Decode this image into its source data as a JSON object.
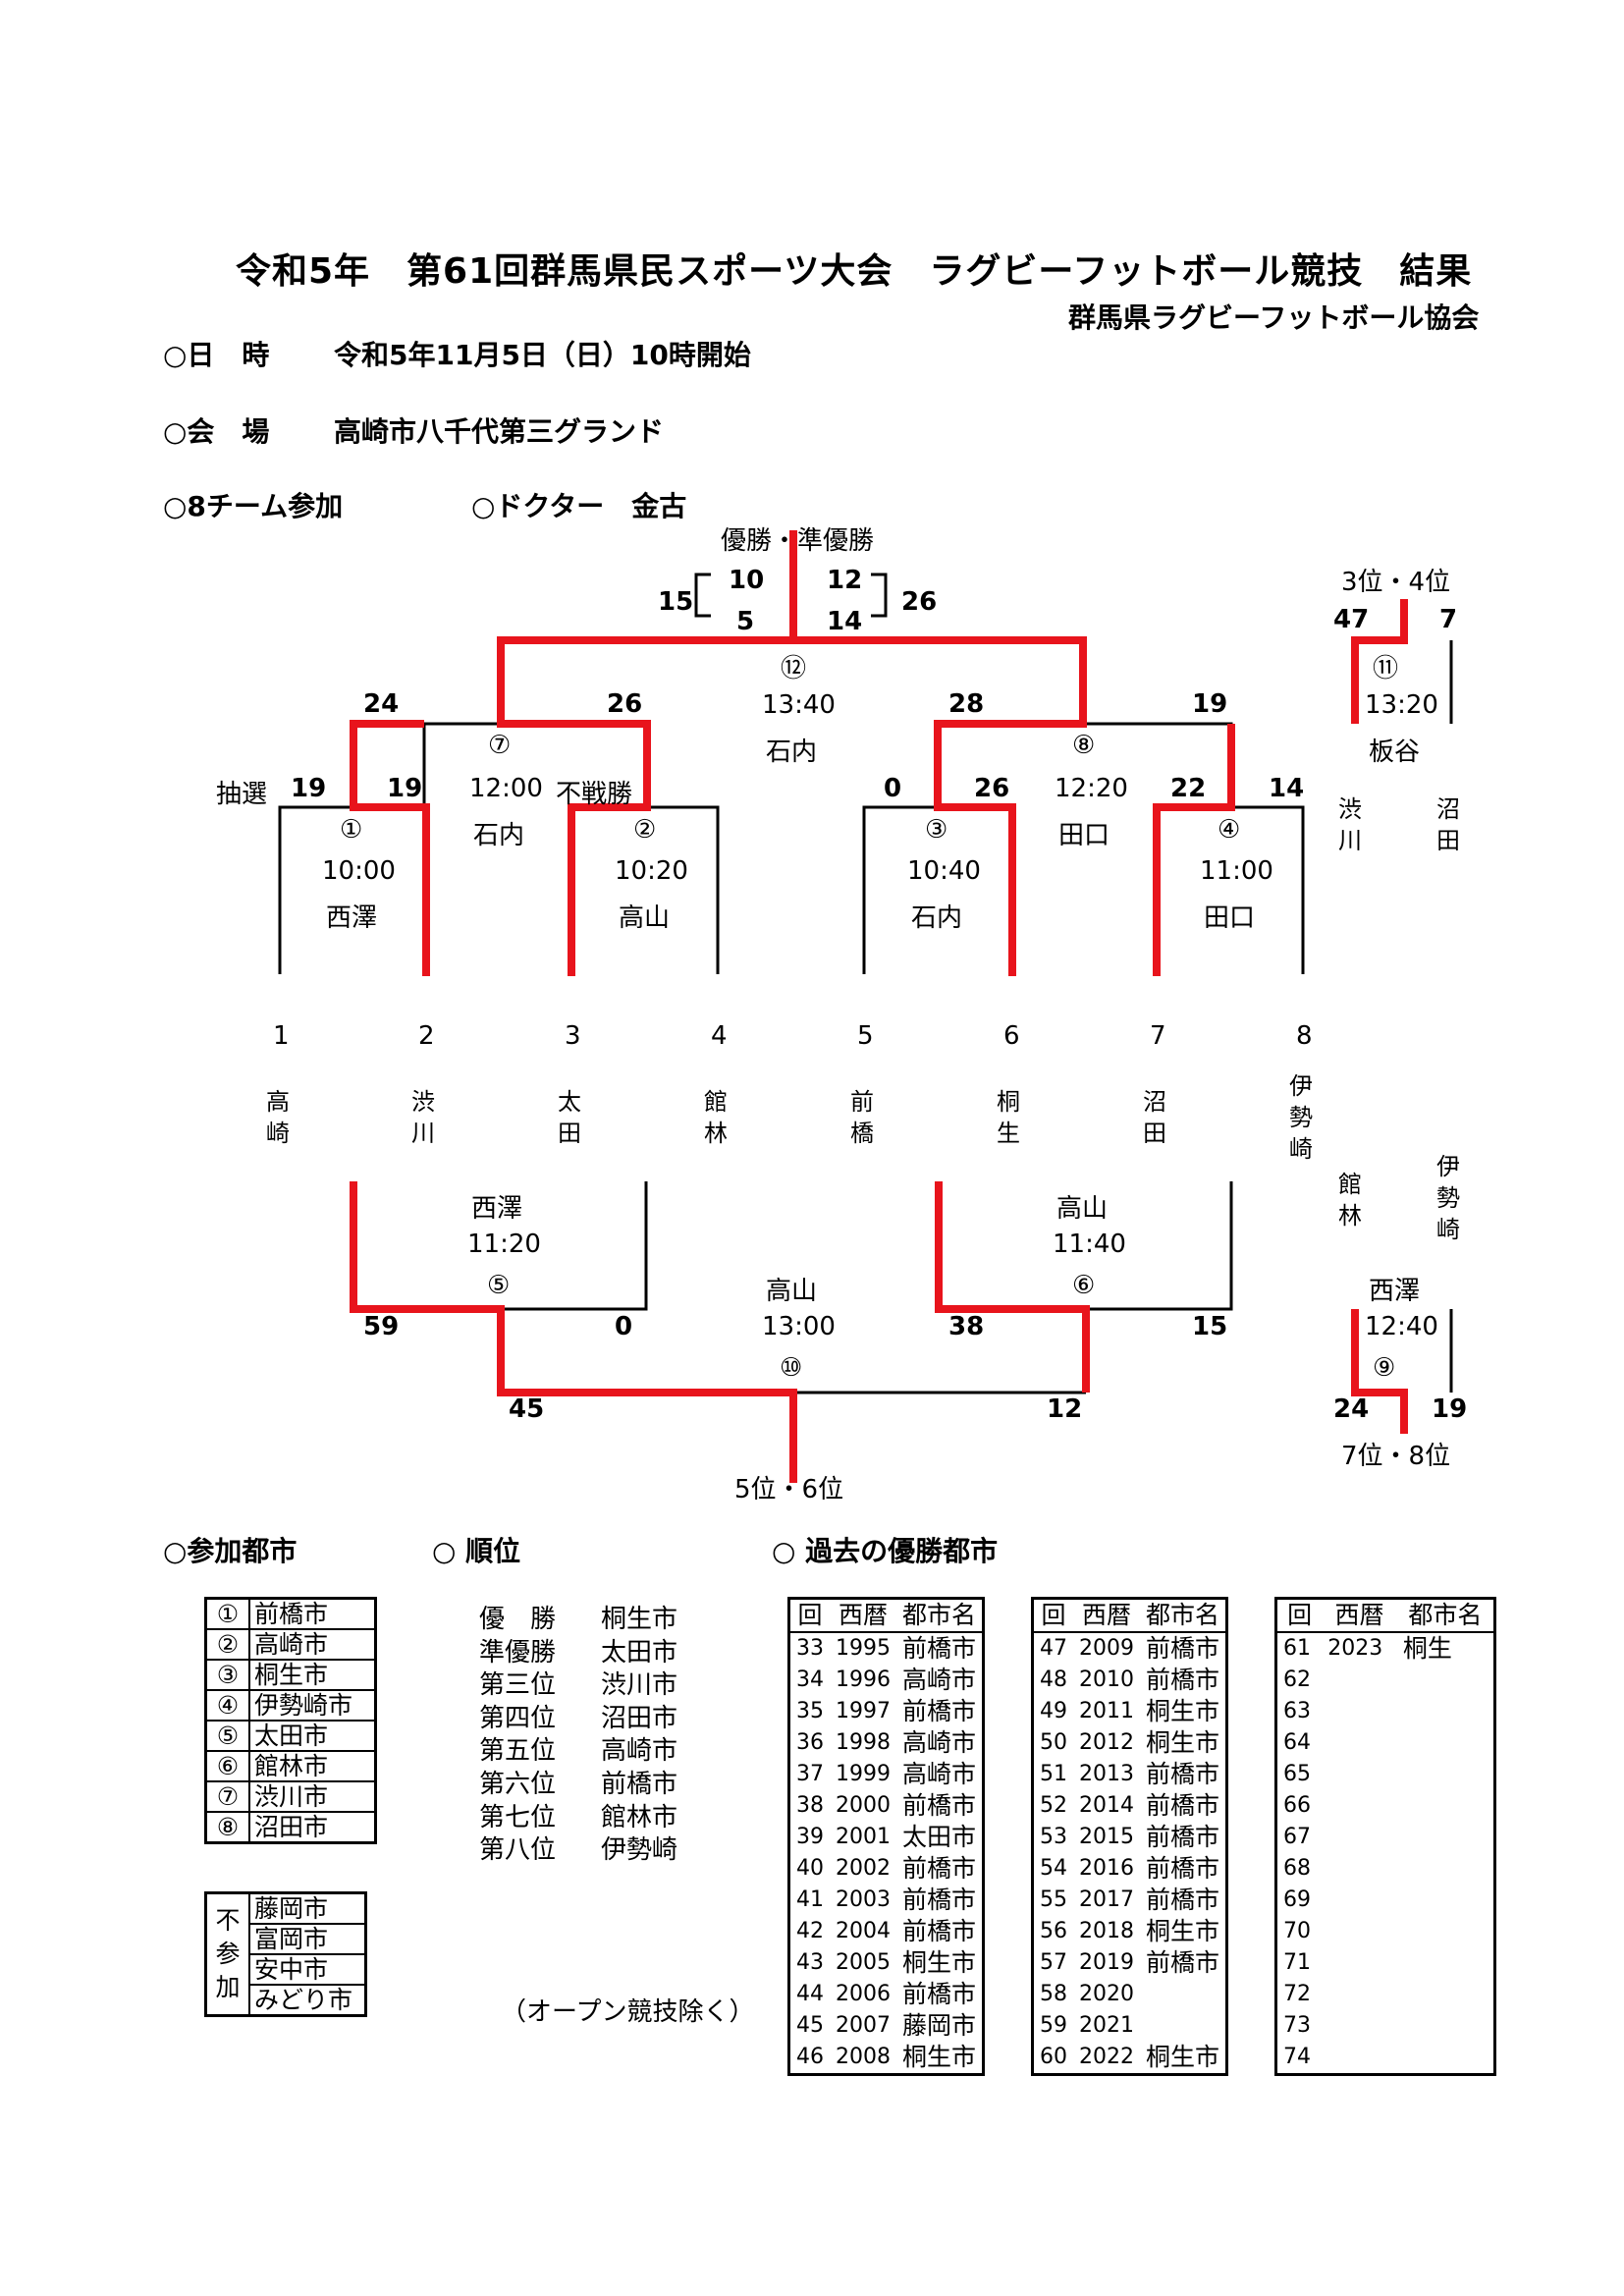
{
  "header": {
    "title": "令和5年　第61回群馬県民スポーツ大会　ラグビーフットボール競技　結果",
    "organizer": "群馬県ラグビーフットボール協会"
  },
  "info": {
    "date_label": "○日　時",
    "date_value": "令和5年11月5日（日）10時開始",
    "venue_label": "○会　場",
    "venue_value": "高崎市八千代第三グランド",
    "teams_label": "○8チーム参加",
    "doctor_label": "○ドクター　金古"
  },
  "bracket": {
    "final_label": "優勝・準優勝",
    "final_score_left_h1": "10",
    "final_score_left_h2": "5",
    "final_score_left_total": "15",
    "final_score_right_h1": "12",
    "final_score_right_h2": "14",
    "final_score_right_total": "26",
    "match12_no": "⑫",
    "match12_time": "13:40",
    "match12_ref": "石内",
    "semi7_left_score": "24",
    "semi7_right_score": "26",
    "match7_no": "⑦",
    "match7_time": "12:00",
    "match7_ref": "石内",
    "semi8_left_score": "28",
    "semi8_right_score": "19",
    "match8_no": "⑧",
    "match8_time": "12:20",
    "match8_ref": "田口",
    "lottery": "抽選",
    "m1_left": "19",
    "m1_right": "19",
    "forfeit": "不戦勝",
    "m3_left": "0",
    "m3_right": "26",
    "m4_left": "22",
    "m4_right": "14",
    "match1_no": "①",
    "match1_time": "10:00",
    "match1_ref": "西澤",
    "match2_no": "②",
    "match2_time": "10:20",
    "match2_ref": "高山",
    "match3_no": "③",
    "match3_time": "10:40",
    "match3_ref": "石内",
    "match4_no": "④",
    "match4_time": "11:00",
    "match4_ref": "田口",
    "seeds": [
      "1",
      "2",
      "3",
      "4",
      "5",
      "6",
      "7",
      "8"
    ],
    "teams": [
      "高崎",
      "渋川",
      "太田",
      "館林",
      "前橋",
      "桐生",
      "沼田",
      "伊勢崎"
    ],
    "match5_ref": "西澤",
    "match5_time": "11:20",
    "match5_no": "⑤",
    "m5_left": "59",
    "m5_right": "0",
    "match6_ref": "高山",
    "match6_time": "11:40",
    "match6_no": "⑥",
    "m6_left": "38",
    "m6_right": "15",
    "match10_ref": "高山",
    "match10_time": "13:00",
    "match10_no": "⑩",
    "m10_left": "45",
    "m10_right": "12",
    "fifth_label": "5位・6位",
    "third_label": "3位・4位",
    "m11_left": "47",
    "m11_right": "7",
    "match11_no": "⑪",
    "match11_time": "13:20",
    "match11_ref": "板谷",
    "m11_team_left": "渋川",
    "m11_team_right": "沼田",
    "m9_team_left": "館林",
    "m9_team_right": "伊勢崎",
    "match9_ref": "西澤",
    "match9_time": "12:40",
    "match9_no": "⑨",
    "m9_left": "24",
    "m9_right": "19",
    "seventh_label": "7位・8位"
  },
  "colors": {
    "winner_line": "#e8141c",
    "line": "#000000"
  },
  "sections": {
    "cities_label": "○参加都市",
    "ranking_label": "○ 順位",
    "history_label": "○ 過去の優勝都市"
  },
  "cities": [
    {
      "no": "①",
      "name": "前橋市"
    },
    {
      "no": "②",
      "name": "高崎市"
    },
    {
      "no": "③",
      "name": "桐生市"
    },
    {
      "no": "④",
      "name": "伊勢崎市"
    },
    {
      "no": "⑤",
      "name": "太田市"
    },
    {
      "no": "⑥",
      "name": "館林市"
    },
    {
      "no": "⑦",
      "name": "渋川市"
    },
    {
      "no": "⑧",
      "name": "沼田市"
    }
  ],
  "nonparticipating": {
    "label_chars": [
      "不",
      "参",
      "加"
    ],
    "cities": [
      "藤岡市",
      "富岡市",
      "安中市",
      "みどり市"
    ]
  },
  "ranking": [
    {
      "rank": "優　勝",
      "city": "桐生市"
    },
    {
      "rank": "準優勝",
      "city": "太田市"
    },
    {
      "rank": "第三位",
      "city": "渋川市"
    },
    {
      "rank": "第四位",
      "city": "沼田市"
    },
    {
      "rank": "第五位",
      "city": "高崎市"
    },
    {
      "rank": "第六位",
      "city": "前橋市"
    },
    {
      "rank": "第七位",
      "city": "館林市"
    },
    {
      "rank": "第八位",
      "city": "伊勢崎"
    }
  ],
  "ranking_note": "（オープン競技除く）",
  "history": {
    "headers": [
      "回",
      "西暦",
      "都市名"
    ],
    "tables": [
      [
        [
          "33",
          "1995",
          "前橋市"
        ],
        [
          "34",
          "1996",
          "高崎市"
        ],
        [
          "35",
          "1997",
          "前橋市"
        ],
        [
          "36",
          "1998",
          "高崎市"
        ],
        [
          "37",
          "1999",
          "高崎市"
        ],
        [
          "38",
          "2000",
          "前橋市"
        ],
        [
          "39",
          "2001",
          "太田市"
        ],
        [
          "40",
          "2002",
          "前橋市"
        ],
        [
          "41",
          "2003",
          "前橋市"
        ],
        [
          "42",
          "2004",
          "前橋市"
        ],
        [
          "43",
          "2005",
          "桐生市"
        ],
        [
          "44",
          "2006",
          "前橋市"
        ],
        [
          "45",
          "2007",
          "藤岡市"
        ],
        [
          "46",
          "2008",
          "桐生市"
        ]
      ],
      [
        [
          "47",
          "2009",
          "前橋市"
        ],
        [
          "48",
          "2010",
          "前橋市"
        ],
        [
          "49",
          "2011",
          "桐生市"
        ],
        [
          "50",
          "2012",
          "桐生市"
        ],
        [
          "51",
          "2013",
          "前橋市"
        ],
        [
          "52",
          "2014",
          "前橋市"
        ],
        [
          "53",
          "2015",
          "前橋市"
        ],
        [
          "54",
          "2016",
          "前橋市"
        ],
        [
          "55",
          "2017",
          "前橋市"
        ],
        [
          "56",
          "2018",
          "桐生市"
        ],
        [
          "57",
          "2019",
          "前橋市"
        ],
        [
          "58",
          "2020",
          ""
        ],
        [
          "59",
          "2021",
          ""
        ],
        [
          "60",
          "2022",
          "桐生市"
        ]
      ],
      [
        [
          "61",
          "2023",
          "桐生"
        ],
        [
          "62",
          "",
          ""
        ],
        [
          "63",
          "",
          ""
        ],
        [
          "64",
          "",
          ""
        ],
        [
          "65",
          "",
          ""
        ],
        [
          "66",
          "",
          ""
        ],
        [
          "67",
          "",
          ""
        ],
        [
          "68",
          "",
          ""
        ],
        [
          "69",
          "",
          ""
        ],
        [
          "70",
          "",
          ""
        ],
        [
          "71",
          "",
          ""
        ],
        [
          "72",
          "",
          ""
        ],
        [
          "73",
          "",
          ""
        ],
        [
          "74",
          "",
          ""
        ]
      ]
    ]
  }
}
